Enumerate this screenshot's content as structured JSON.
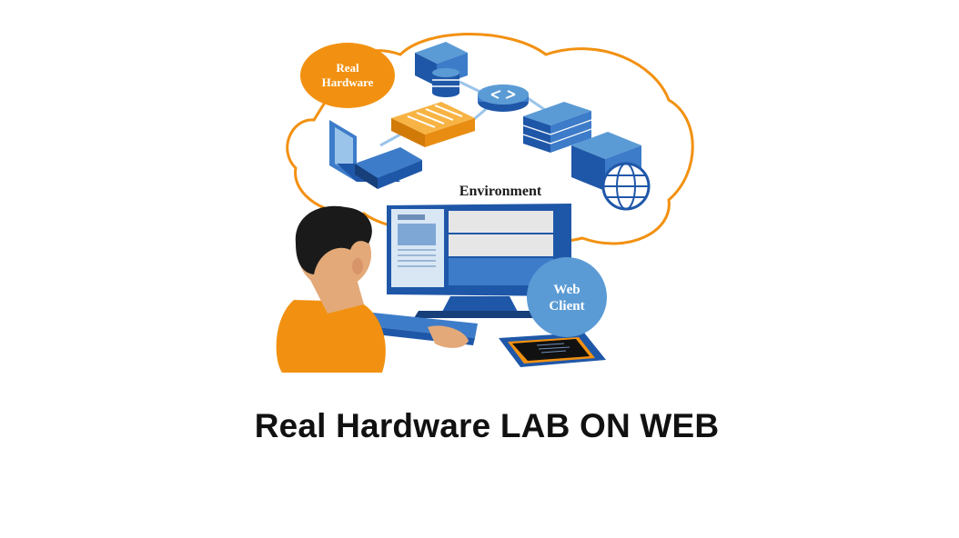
{
  "title": "Real Hardware LAB ON WEB",
  "labels": {
    "real_hardware_line1": "Real",
    "real_hardware_line2": "Hardware",
    "environment": "Environment",
    "web_client_line1": "Web",
    "web_client_line2": "Client"
  },
  "colors": {
    "orange": "#F29111",
    "blue_dark": "#1F57A8",
    "blue_mid": "#3D7CC9",
    "blue_light": "#5B9BD5",
    "cloud_outline": "#F29111"
  },
  "icons": [
    "server-icon",
    "database-icon",
    "router-icon",
    "switch-icon",
    "firewall-icon",
    "laptop-icon",
    "globe-icon",
    "monitor-icon",
    "tablet-icon",
    "person-icon",
    "keyboard-icon"
  ]
}
